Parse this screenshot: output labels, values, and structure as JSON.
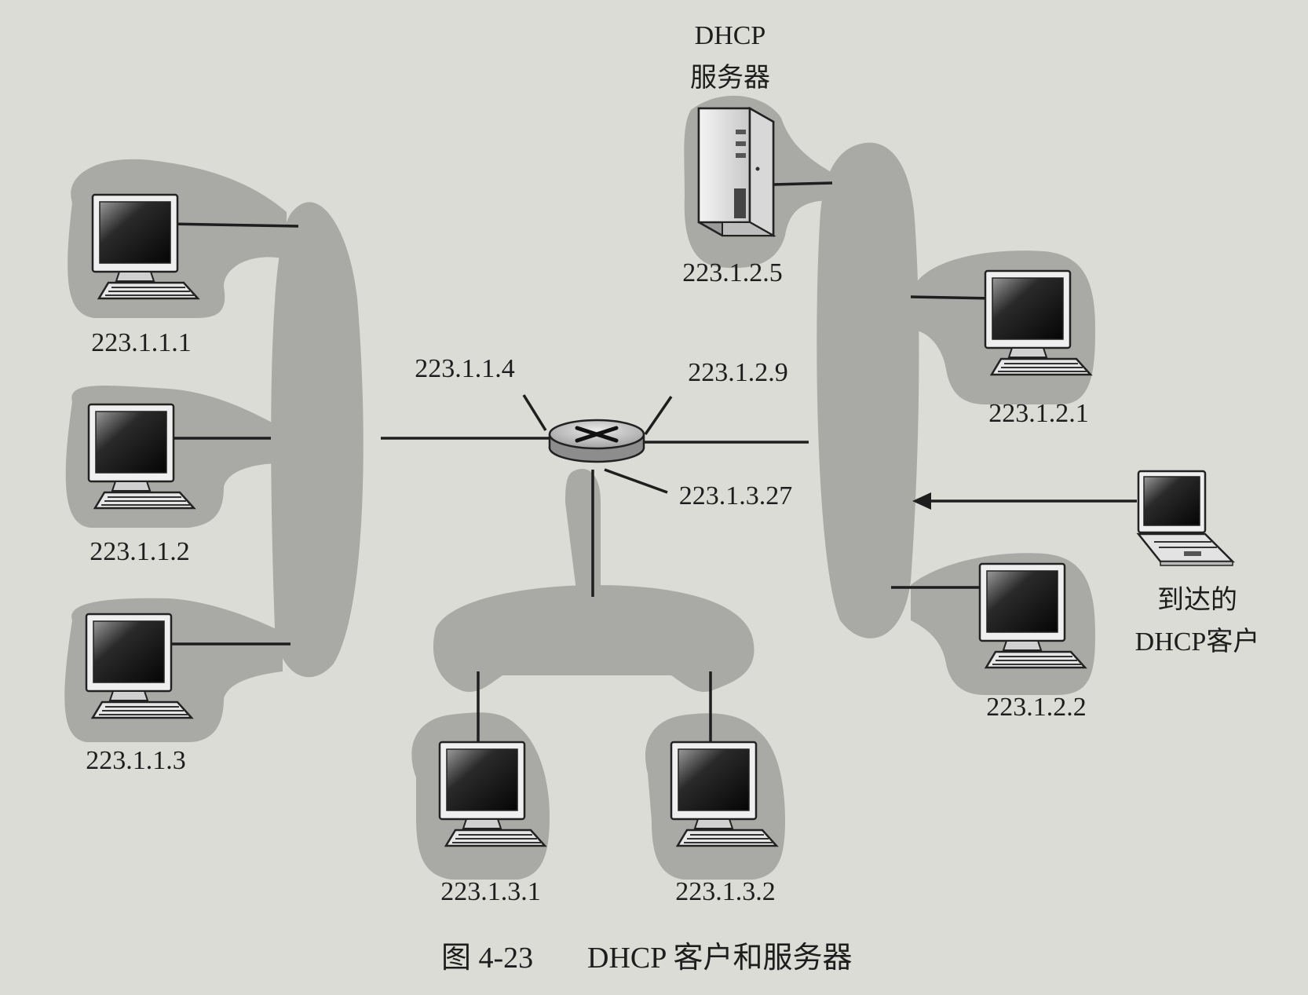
{
  "server": {
    "title": "DHCP",
    "subtitle": "服务器",
    "ip": "223.1.2.5"
  },
  "subnet_1": {
    "hosts": [
      "223.1.1.1",
      "223.1.1.2",
      "223.1.1.3"
    ],
    "router_interface": "223.1.1.4"
  },
  "subnet_2": {
    "hosts": [
      "223.1.2.1",
      "223.1.2.2"
    ],
    "router_interface": "223.1.2.9"
  },
  "subnet_3": {
    "hosts": [
      "223.1.3.1",
      "223.1.3.2"
    ],
    "router_interface": "223.1.3.27"
  },
  "arriving_client": {
    "line1": "到达的",
    "line2": "DHCP客户"
  },
  "caption": {
    "number": "图 4-23",
    "text": "DHCP 客户和服务器"
  },
  "icons": {
    "router": "router-icon",
    "server": "server-tower-icon",
    "desktop": "desktop-computer-icon",
    "laptop": "laptop-icon"
  },
  "colors": {
    "background": "#dcdcd6",
    "subnet_cloud": "#a9a9a5",
    "line": "#1e1e1e"
  }
}
